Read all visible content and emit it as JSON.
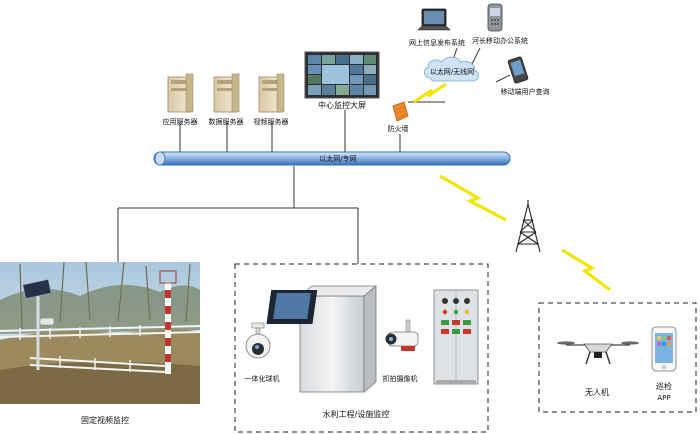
{
  "servers": [
    {
      "label": "应用服务器"
    },
    {
      "label": "数据服务器"
    },
    {
      "label": "视频服务器"
    }
  ],
  "center": {
    "screen_label": "中心监控大屏",
    "firewall_label": "防火墙"
  },
  "cloud": {
    "label": "以太网/无线网"
  },
  "remote_clients": [
    {
      "label": "网上信息发布系统"
    },
    {
      "label": "河长移动办公系统"
    },
    {
      "label": "移动端用户查询"
    }
  ],
  "backbone": {
    "label": "以太网/专网"
  },
  "sites": {
    "fixed_video": {
      "label": "固定视频监控"
    },
    "water_facility": {
      "label": "水利工程/设施监控",
      "dome_camera_label": "一体化球机",
      "capture_camera_label": "抓拍摄像机"
    },
    "uav": {
      "drone_label": "无人机",
      "app_label_line1": "巡检",
      "app_label_line2": "APP"
    }
  },
  "colors": {
    "pipe": "#2f6fc0",
    "pipe_light": "#9dc4f0",
    "lightning": "#f2e600",
    "cloud": "#cfe3f5"
  }
}
